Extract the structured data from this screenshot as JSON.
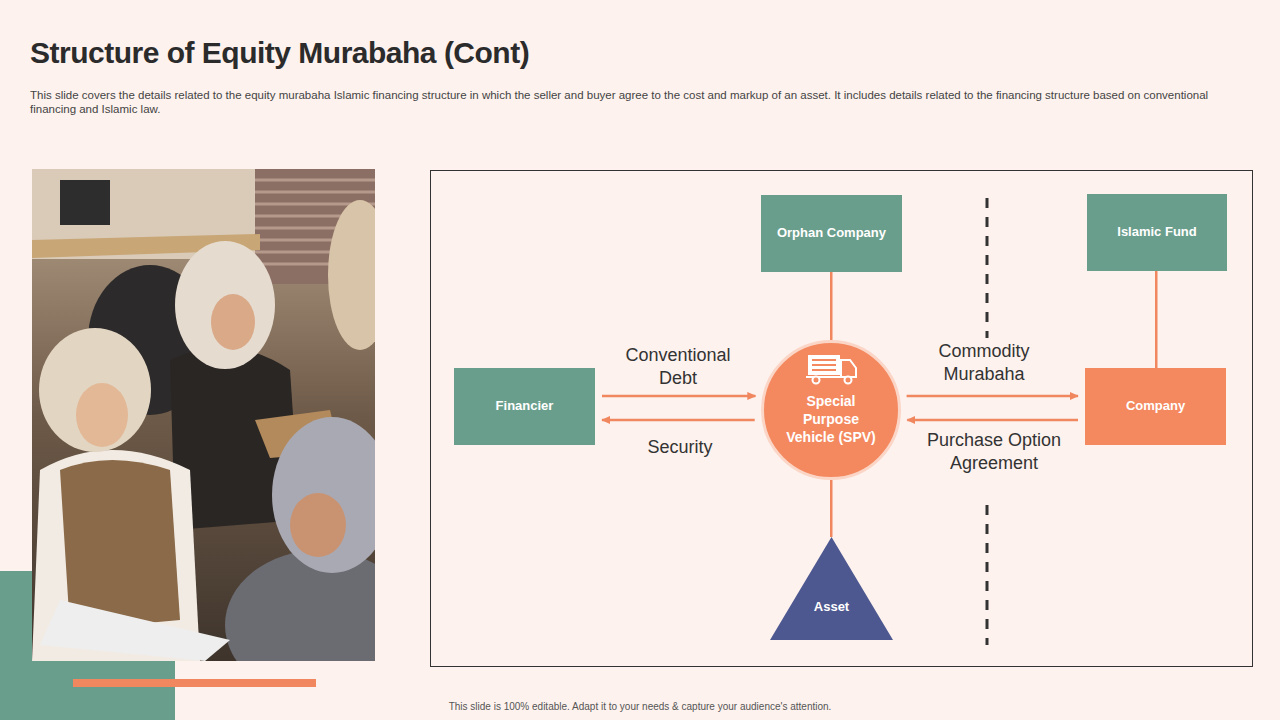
{
  "diagram": {
    "title": "Structure of Equity Murabaha (Cont)",
    "nodes": [
      {
        "text": [
          "Orphan Company"
        ]
      },
      {
        "text": [
          "Islamic Fund"
        ]
      },
      {
        "text": [
          "Financier"
        ]
      },
      {
        "text": [
          "Special Purpose Vehicle (SPV)"
        ]
      },
      {
        "text": [
          "Company"
        ]
      },
      {
        "text": [
          "Asset"
        ]
      }
    ],
    "edges": [
      {
        "from": 0,
        "to": 3,
        "arrow": "none"
      },
      {
        "from": 2,
        "to": 3,
        "label": "Conventional Debt",
        "arrow": "to"
      },
      {
        "from": 3,
        "to": 2,
        "label": "Security",
        "arrow": "to"
      },
      {
        "from": 3,
        "to": 4,
        "label": "Commodity Murabaha",
        "arrow": "to"
      },
      {
        "from": 4,
        "to": 3,
        "label": "Purchase Option Agreement",
        "arrow": "to"
      },
      {
        "from": 1,
        "to": 4,
        "arrow": "none"
      },
      {
        "from": 3,
        "to": 5,
        "arrow": "none"
      }
    ],
    "labels": [
      "This slide covers the details related to the equity murabaha Islamic financing structure in which the seller and buyer agree to the cost and markup of an asset. It includes details related to the financing structure based on conventional financing and Islamic law.",
      "This slide is 100% editable. Adapt it to your needs & capture your audience's attention."
    ]
  }
}
